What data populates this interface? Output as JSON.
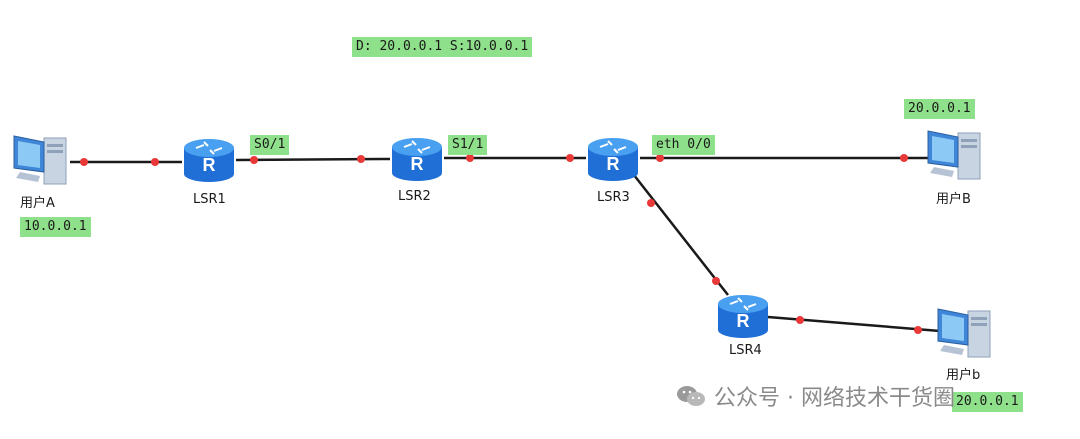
{
  "routers": [
    {
      "id": "lsr1",
      "label": "LSR1"
    },
    {
      "id": "lsr2",
      "label": "LSR2"
    },
    {
      "id": "lsr3",
      "label": "LSR3"
    },
    {
      "id": "lsr4",
      "label": "LSR4"
    }
  ],
  "router_glyph": "R",
  "hosts": {
    "user_a": {
      "label": "用户A",
      "ip": "10.0.0.1"
    },
    "user_b_upper": {
      "label": "用户B",
      "ip": "20.0.0.1"
    },
    "user_b_lower": {
      "label": "用户b",
      "ip": "20.0.0.1"
    }
  },
  "interfaces": {
    "lsr1": "S0/1",
    "lsr2": "S1/1",
    "lsr3": "eth 0/0"
  },
  "packet_header": "D: 20.0.0.1  S:10.0.0.1",
  "watermark": "公众号 · 网络技术干货圈",
  "colors": {
    "tag_bg": "#8fe08a",
    "link": "#1a1a1a",
    "port_dot": "#e83838",
    "router_body": "#1f6fd6",
    "router_top": "#4aa0f0"
  }
}
